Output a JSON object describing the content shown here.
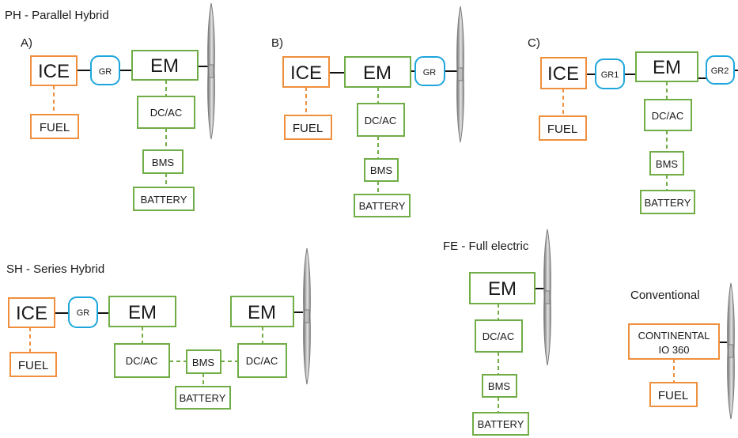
{
  "colors": {
    "ice": "#ef8f3d",
    "electric": "#70ad47",
    "gearbox": "#1ea6dc",
    "link": "#111111",
    "propeller": "#9a9a9a"
  },
  "icons": {
    "propeller": "propeller-icon"
  },
  "sections": {
    "ph": {
      "title": "PH - Parallel Hybrid"
    },
    "sh": {
      "title": "SH - Series Hybrid"
    },
    "fe": {
      "title": "FE - Full electric"
    },
    "conv": {
      "title": "Conventional"
    }
  },
  "ph_a": {
    "tag": "A)",
    "ice": "ICE",
    "gr": "GR",
    "em": "EM",
    "fuel": "FUEL",
    "dcac": "DC/AC",
    "bms": "BMS",
    "battery": "BATTERY"
  },
  "ph_b": {
    "tag": "B)",
    "ice": "ICE",
    "em": "EM",
    "gr": "GR",
    "fuel": "FUEL",
    "dcac": "DC/AC",
    "bms": "BMS",
    "battery": "BATTERY"
  },
  "ph_c": {
    "tag": "C)",
    "ice": "ICE",
    "gr1": "GR1",
    "em": "EM",
    "gr2": "GR2",
    "fuel": "FUEL",
    "dcac": "DC/AC",
    "bms": "BMS",
    "battery": "BATTERY"
  },
  "sh": {
    "ice": "ICE",
    "gr": "GR",
    "em1": "EM",
    "em2": "EM",
    "fuel": "FUEL",
    "dcac1": "DC/AC",
    "bms": "BMS",
    "dcac2": "DC/AC",
    "battery": "BATTERY"
  },
  "fe": {
    "em": "EM",
    "dcac": "DC/AC",
    "bms": "BMS",
    "battery": "BATTERY"
  },
  "conv": {
    "engine_line1": "CONTINENTAL",
    "engine_line2": "IO 360",
    "fuel": "FUEL"
  }
}
